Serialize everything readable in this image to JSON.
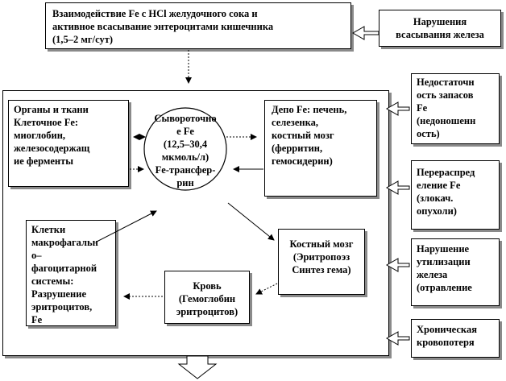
{
  "top_box": {
    "text": "Взаимодействие Fe с HCl желудочного сока и\nактивное всасывание энтероцитами кишечника\n(1,5–2 мг/сут)"
  },
  "absorption_disorder": {
    "text": "Нарушения\nвсасывания железа"
  },
  "organs_box": {
    "text": "Органы и ткани\nКлеточное Fe:\nмиоглобин,\nжелезосодержащ\nие ферменты"
  },
  "serum_fe": {
    "text": "Сывороточно\nе Fe\n(12,5–30,4\nмкмоль/л)\nFe-трансфер-\nрин"
  },
  "depot_box": {
    "text": "Депо Fe: печень,\nселезенка,\nкостный мозг\n(ферритин,\nгемосидерин)"
  },
  "macrophage_box": {
    "text": "Клетки\nмакрофагальн\nо–\nфагоцитарной\nсистемы:\nРазрушение\nэритроцитов,\nFe"
  },
  "marrow_box": {
    "text": "Костный мозг\n(Эритропоэз\nСинтез гема)"
  },
  "blood_box": {
    "text": "Кровь\n(Гемоглобин\nэритроцитов)"
  },
  "side_boxes": [
    {
      "text": "Недостаточн\nость запасов\nFe\n(недоношенн\nость)"
    },
    {
      "text": "Перераспред\nеление Fe\n(злокач.\nопухоли)"
    },
    {
      "text": "Нарушение\nутилизации\nжелеза\n(отравление"
    },
    {
      "text": "Хроническая\nкровопотеря"
    }
  ]
}
